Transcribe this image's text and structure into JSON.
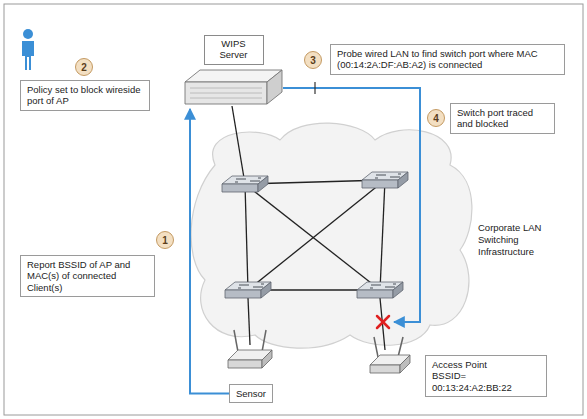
{
  "diagram": {
    "nodes": [
      {
        "text": [
          "WIPS Server"
        ]
      },
      {
        "text": [
          "2"
        ]
      },
      {
        "text": [
          "Policy set to block wireside port of AP"
        ]
      },
      {
        "text": [
          "3"
        ]
      },
      {
        "text": [
          "Probe wired LAN to find switch port where MAC (00:14:2A:DF:AB:A2) is connected"
        ]
      },
      {
        "text": [
          "4"
        ]
      },
      {
        "text": [
          "Switch port traced and blocked"
        ]
      },
      {
        "text": [
          "1"
        ]
      },
      {
        "text": [
          "Report BSSID of AP and MAC(s) of connected Client(s)"
        ]
      },
      {
        "text": [
          "Sensor"
        ]
      },
      {
        "text": [
          "Access Point",
          "BSSID= 00:13:24:A2:BB:22"
        ]
      }
    ],
    "edges": [
      {
        "from": 9,
        "to": 0,
        "arrow": "to"
      }
    ],
    "labels": [
      "Corporate LAN Switching Infrastructure"
    ]
  }
}
